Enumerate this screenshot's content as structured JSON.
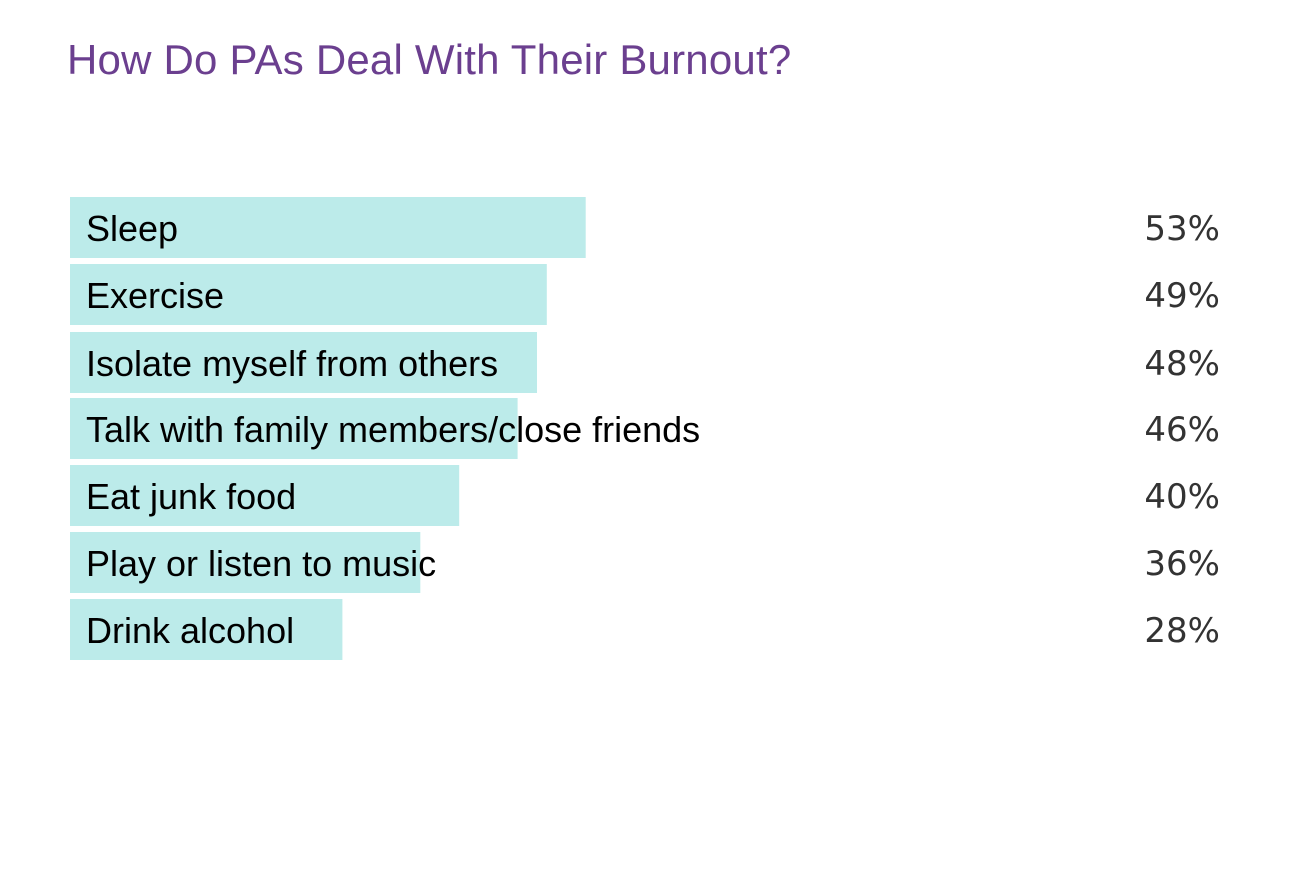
{
  "colors": {
    "title": "#6b3f8f",
    "bar": "#bcebea",
    "label": "#000000",
    "value": "#333333",
    "background": "#ffffff"
  },
  "chart_data": {
    "type": "bar",
    "orientation": "horizontal",
    "title": "How Do PAs Deal With Their Burnout?",
    "xlabel": "",
    "ylabel": "",
    "xlim": [
      0,
      100
    ],
    "grid": false,
    "legend": "none",
    "categories": [
      "Sleep",
      "Exercise",
      "Isolate myself from others",
      "Talk with family members/close friends",
      "Eat junk food",
      "Play or listen to music",
      "Drink alcohol"
    ],
    "values": [
      53,
      49,
      48,
      46,
      40,
      36,
      28
    ],
    "value_labels": [
      "53%",
      "49%",
      "48%",
      "46%",
      "40%",
      "36%",
      "28%"
    ]
  }
}
